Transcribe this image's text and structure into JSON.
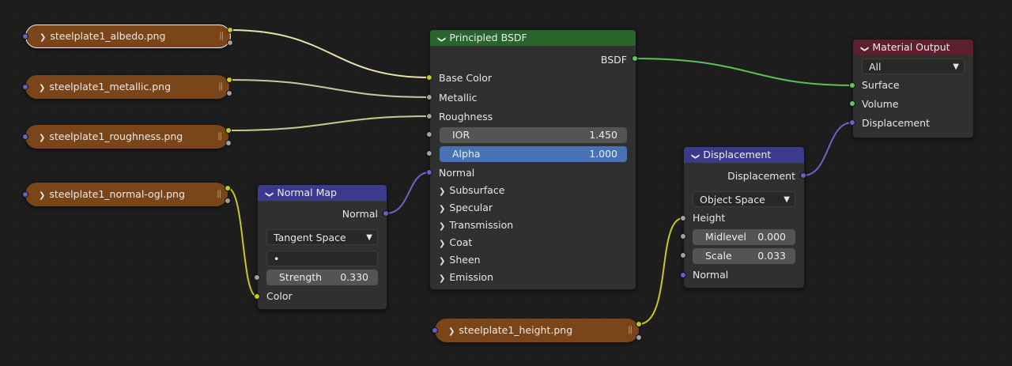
{
  "image_nodes": [
    {
      "filename": "steelplate1_albedo.png",
      "selected": true
    },
    {
      "filename": "steelplate1_metallic.png",
      "selected": false
    },
    {
      "filename": "steelplate1_roughness.png",
      "selected": false
    },
    {
      "filename": "steelplate1_normal-ogl.png",
      "selected": false
    },
    {
      "filename": "steelplate1_height.png",
      "selected": false
    }
  ],
  "principled": {
    "title": "Principled BSDF",
    "output": "BSDF",
    "inputs": {
      "base_color": "Base Color",
      "metallic": "Metallic",
      "roughness": "Roughness",
      "normal": "Normal"
    },
    "ior": {
      "label": "IOR",
      "value": "1.450"
    },
    "alpha": {
      "label": "Alpha",
      "value": "1.000"
    },
    "panels": [
      "Subsurface",
      "Specular",
      "Transmission",
      "Coat",
      "Sheen",
      "Emission"
    ]
  },
  "normal_map": {
    "title": "Normal Map",
    "output": "Normal",
    "space": "Tangent Space",
    "uv_value": "•",
    "strength": {
      "label": "Strength",
      "value": "0.330"
    },
    "color_input": "Color"
  },
  "displacement": {
    "title": "Displacement",
    "output": "Displacement",
    "space": "Object Space",
    "height_input": "Height",
    "midlevel": {
      "label": "Midlevel",
      "value": "0.000"
    },
    "scale": {
      "label": "Scale",
      "value": "0.033"
    },
    "normal_input": "Normal"
  },
  "material_output": {
    "title": "Material Output",
    "target": "All",
    "inputs": {
      "surface": "Surface",
      "volume": "Volume",
      "displacement": "Displacement"
    }
  },
  "colors": {
    "shader_header": "#2a652d",
    "vector_header": "#3b3b8c",
    "output_header": "#5c1f2e",
    "texture_node": "#7a4518",
    "socket_color": "#c7c729",
    "socket_float": "#a1a1a1",
    "socket_vector": "#6363c7",
    "socket_shader": "#63c763",
    "link_color": "#d8d36a",
    "link_float": "#a8a8a8",
    "link_vector": "#6a64cc",
    "link_shader": "#58c258",
    "alpha_field": "#4772b3"
  }
}
